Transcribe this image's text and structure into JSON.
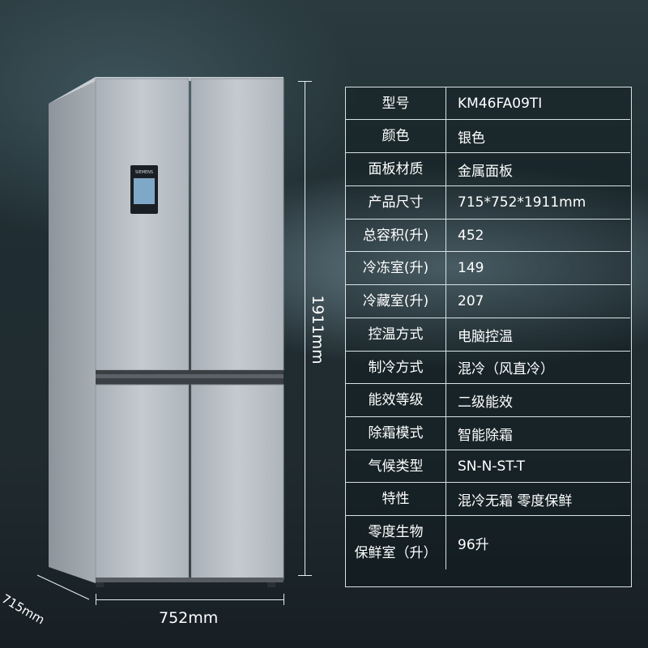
{
  "product": {
    "brand_mark": "SIEMENS",
    "dimensions": {
      "height_label": "1911mm",
      "width_label": "752mm",
      "depth_label": "715mm"
    }
  },
  "colors": {
    "background": "#1f2c31",
    "table_border": "#d8e2e6",
    "text": "#ffffff",
    "fridge_body": "#b9c0c6"
  },
  "specs": [
    {
      "label": "型号",
      "value": "KM46FA09TI"
    },
    {
      "label": "颜色",
      "value": "银色"
    },
    {
      "label": "面板材质",
      "value": "金属面板"
    },
    {
      "label": "产品尺寸",
      "value": "715*752*1911mm"
    },
    {
      "label": "总容积(升)",
      "value": "452"
    },
    {
      "label": "冷冻室(升)",
      "value": "149"
    },
    {
      "label": "冷藏室(升)",
      "value": "207"
    },
    {
      "label": "控温方式",
      "value": "电脑控温"
    },
    {
      "label": "制冷方式",
      "value": "混冷（风直冷）"
    },
    {
      "label": "能效等级",
      "value": "二级能效"
    },
    {
      "label": "除霜模式",
      "value": "智能除霜"
    },
    {
      "label": "气候类型",
      "value": "SN-N-ST-T"
    },
    {
      "label": "特性",
      "value": "混冷无霜 零度保鲜"
    },
    {
      "label": "零度生物\n保鲜室（升）",
      "value": "96升"
    }
  ]
}
